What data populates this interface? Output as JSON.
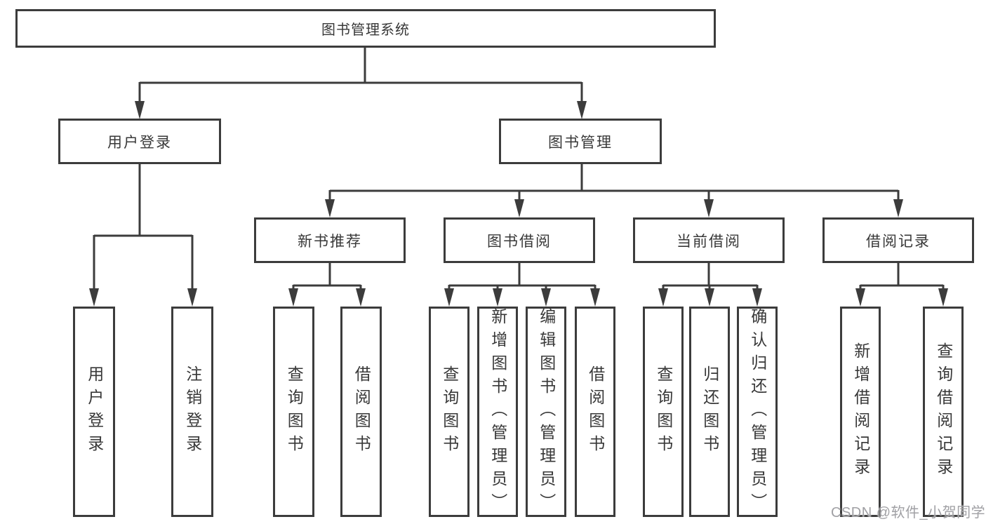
{
  "diagram": {
    "root": "图书管理系统",
    "branches": [
      {
        "label": "用户登录",
        "children": [
          "用户登录",
          "注销登录"
        ]
      },
      {
        "label": "图书管理",
        "modules": [
          {
            "label": "新书推荐",
            "children": [
              "查询图书",
              "借阅图书"
            ]
          },
          {
            "label": "图书借阅",
            "children": [
              "查询图书",
              "新增图书（管理员）",
              "编辑图书（管理员）",
              "借阅图书"
            ]
          },
          {
            "label": "当前借阅",
            "children": [
              "查询图书",
              "归还图书",
              "确认归还（管理员）"
            ]
          },
          {
            "label": "借阅记录",
            "children": [
              "新增借阅记录",
              "查询借阅记录"
            ]
          }
        ]
      }
    ],
    "watermark": "CSDN @软件_小贺同学",
    "colors": {
      "line": "#3c3c3c",
      "text": "#383838",
      "box_background": "#ffffff",
      "watermark": "#a0a0a4",
      "background": "#ffffff"
    }
  }
}
